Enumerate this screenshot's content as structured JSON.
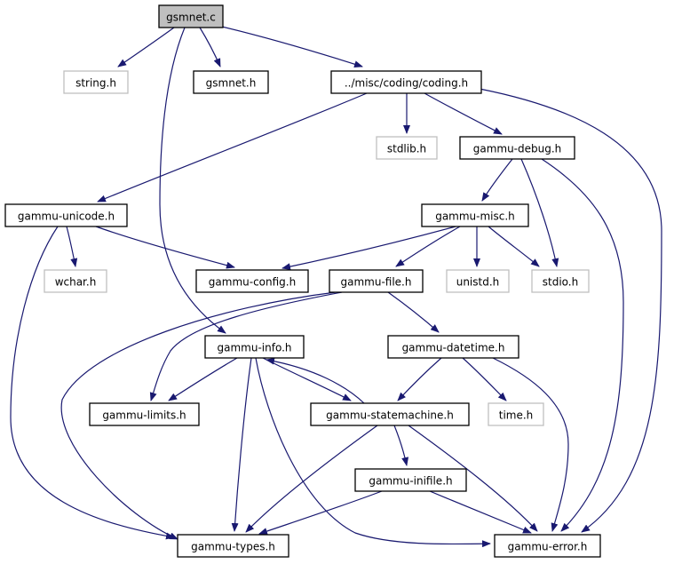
{
  "colors": {
    "edge": "#191970",
    "node_border": "#000000",
    "external_border": "#bfbfbf",
    "root_fill": "#bfbfbf",
    "text": "#000000",
    "background": "#ffffff"
  },
  "nodes": [
    {
      "id": "gsmnet_c",
      "label": "gsmnet.c",
      "kind": "root"
    },
    {
      "id": "string_h",
      "label": "string.h",
      "kind": "external"
    },
    {
      "id": "gsmnet_h",
      "label": "gsmnet.h",
      "kind": "header"
    },
    {
      "id": "coding_h",
      "label": "../misc/coding/coding.h",
      "kind": "header"
    },
    {
      "id": "stdlib_h",
      "label": "stdlib.h",
      "kind": "external"
    },
    {
      "id": "gammu_debug_h",
      "label": "gammu-debug.h",
      "kind": "header"
    },
    {
      "id": "gammu_unicode_h",
      "label": "gammu-unicode.h",
      "kind": "header"
    },
    {
      "id": "gammu_misc_h",
      "label": "gammu-misc.h",
      "kind": "header"
    },
    {
      "id": "wchar_h",
      "label": "wchar.h",
      "kind": "external"
    },
    {
      "id": "gammu_config_h",
      "label": "gammu-config.h",
      "kind": "header"
    },
    {
      "id": "gammu_file_h",
      "label": "gammu-file.h",
      "kind": "header"
    },
    {
      "id": "unistd_h",
      "label": "unistd.h",
      "kind": "external"
    },
    {
      "id": "stdio_h",
      "label": "stdio.h",
      "kind": "external"
    },
    {
      "id": "gammu_info_h",
      "label": "gammu-info.h",
      "kind": "header"
    },
    {
      "id": "gammu_datetime_h",
      "label": "gammu-datetime.h",
      "kind": "header"
    },
    {
      "id": "gammu_limits_h",
      "label": "gammu-limits.h",
      "kind": "header"
    },
    {
      "id": "gammu_statemachine_h",
      "label": "gammu-statemachine.h",
      "kind": "header"
    },
    {
      "id": "time_h",
      "label": "time.h",
      "kind": "external"
    },
    {
      "id": "gammu_inifile_h",
      "label": "gammu-inifile.h",
      "kind": "header"
    },
    {
      "id": "gammu_types_h",
      "label": "gammu-types.h",
      "kind": "header"
    },
    {
      "id": "gammu_error_h",
      "label": "gammu-error.h",
      "kind": "header"
    }
  ],
  "edges": [
    {
      "from": "gsmnet_c",
      "to": "string_h"
    },
    {
      "from": "gsmnet_c",
      "to": "gsmnet_h"
    },
    {
      "from": "gsmnet_c",
      "to": "coding_h"
    },
    {
      "from": "gsmnet_c",
      "to": "gammu_info_h"
    },
    {
      "from": "coding_h",
      "to": "gammu_unicode_h"
    },
    {
      "from": "coding_h",
      "to": "stdlib_h"
    },
    {
      "from": "coding_h",
      "to": "gammu_debug_h"
    },
    {
      "from": "coding_h",
      "to": "gammu_error_h"
    },
    {
      "from": "gammu_debug_h",
      "to": "gammu_misc_h"
    },
    {
      "from": "gammu_debug_h",
      "to": "stdio_h"
    },
    {
      "from": "gammu_debug_h",
      "to": "gammu_error_h"
    },
    {
      "from": "gammu_unicode_h",
      "to": "wchar_h"
    },
    {
      "from": "gammu_unicode_h",
      "to": "gammu_config_h"
    },
    {
      "from": "gammu_unicode_h",
      "to": "gammu_types_h"
    },
    {
      "from": "gammu_misc_h",
      "to": "gammu_config_h"
    },
    {
      "from": "gammu_misc_h",
      "to": "gammu_file_h"
    },
    {
      "from": "gammu_misc_h",
      "to": "unistd_h"
    },
    {
      "from": "gammu_misc_h",
      "to": "stdio_h"
    },
    {
      "from": "gammu_file_h",
      "to": "gammu_limits_h"
    },
    {
      "from": "gammu_file_h",
      "to": "gammu_types_h"
    },
    {
      "from": "gammu_file_h",
      "to": "gammu_datetime_h"
    },
    {
      "from": "gammu_info_h",
      "to": "gammu_limits_h"
    },
    {
      "from": "gammu_info_h",
      "to": "gammu_statemachine_h"
    },
    {
      "from": "gammu_info_h",
      "to": "gammu_types_h"
    },
    {
      "from": "gammu_info_h",
      "to": "gammu_error_h"
    },
    {
      "from": "gammu_statemachine_h",
      "to": "gammu_info_h"
    },
    {
      "from": "gammu_statemachine_h",
      "to": "gammu_inifile_h"
    },
    {
      "from": "gammu_statemachine_h",
      "to": "gammu_types_h"
    },
    {
      "from": "gammu_statemachine_h",
      "to": "gammu_error_h"
    },
    {
      "from": "gammu_datetime_h",
      "to": "gammu_statemachine_h"
    },
    {
      "from": "gammu_datetime_h",
      "to": "time_h"
    },
    {
      "from": "gammu_datetime_h",
      "to": "gammu_error_h"
    },
    {
      "from": "gammu_inifile_h",
      "to": "gammu_types_h"
    },
    {
      "from": "gammu_inifile_h",
      "to": "gammu_error_h"
    }
  ]
}
